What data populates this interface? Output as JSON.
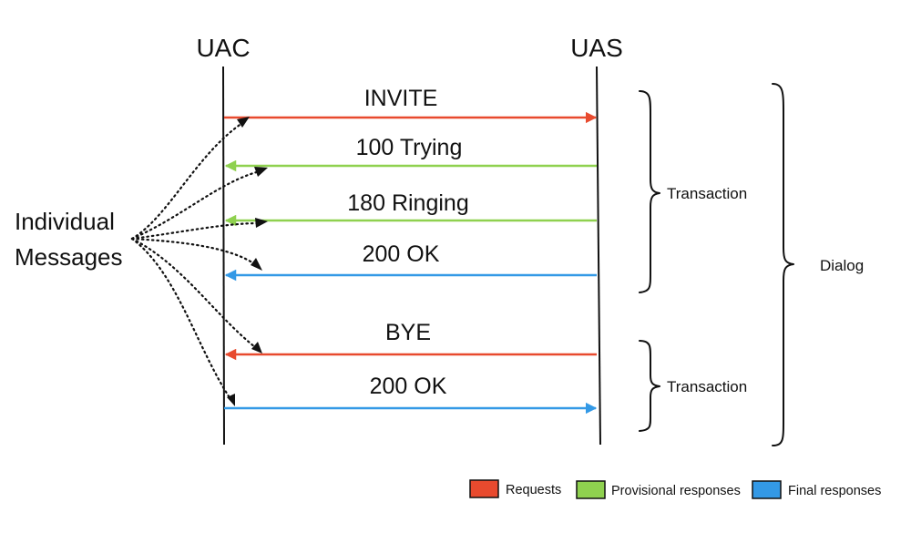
{
  "actors": {
    "left": "UAC",
    "right": "UAS"
  },
  "messages": [
    {
      "label": "INVITE",
      "direction": "right",
      "type": "request"
    },
    {
      "label": "100 Trying",
      "direction": "left",
      "type": "provisional"
    },
    {
      "label": "180 Ringing",
      "direction": "left",
      "type": "provisional"
    },
    {
      "label": "200 OK",
      "direction": "left",
      "type": "final"
    },
    {
      "label": "BYE",
      "direction": "left",
      "type": "request"
    },
    {
      "label": "200 OK",
      "direction": "right",
      "type": "final"
    }
  ],
  "annotation": {
    "line1": "Individual",
    "line2": "Messages"
  },
  "groups": {
    "transaction1": "Transaction",
    "transaction2": "Transaction",
    "dialog": "Dialog"
  },
  "legend": {
    "requests": "Requests",
    "provisional": "Provisional responses",
    "final": "Final responses"
  },
  "colors": {
    "request": "#e84a2e",
    "provisional": "#8fd14f",
    "final": "#3399e6"
  }
}
